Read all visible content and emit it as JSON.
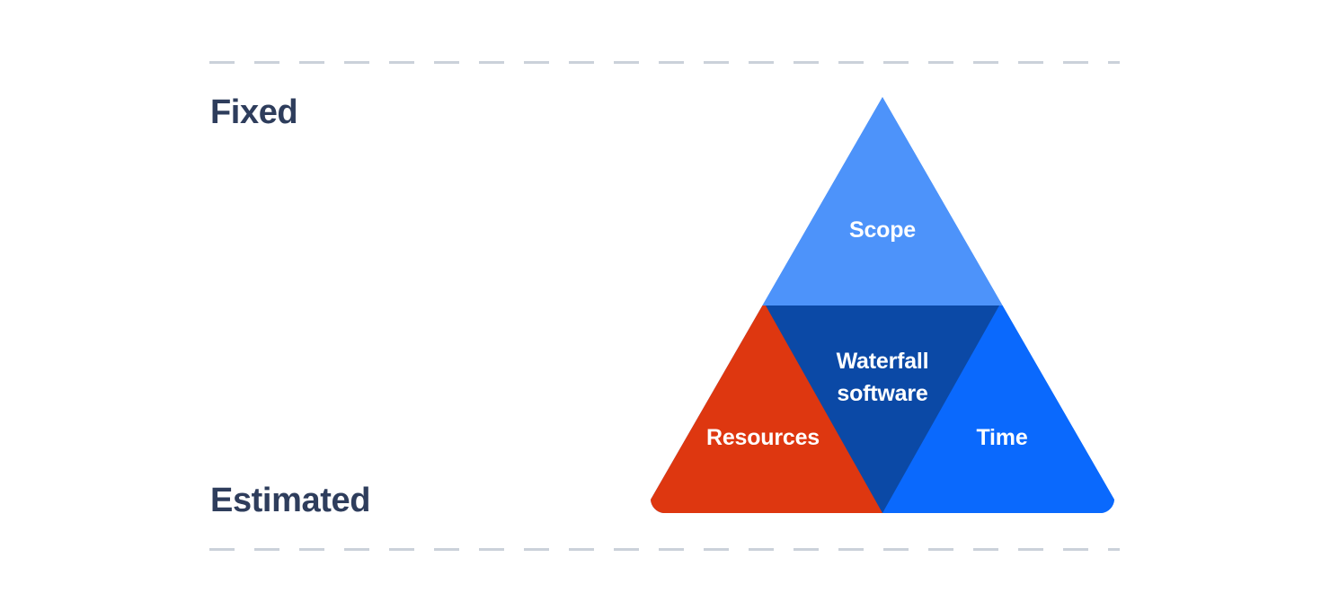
{
  "diagram": {
    "type": "iron-triangle",
    "axis": {
      "top_label": "Fixed",
      "bottom_label": "Estimated"
    },
    "center": {
      "line1": "Waterfall",
      "line2": "software"
    },
    "segments": [
      {
        "id": "scope",
        "label": "Scope",
        "color": "#4d93fa",
        "position": "top"
      },
      {
        "id": "resources",
        "label": "Resources",
        "color": "#de3710",
        "position": "bottom-left"
      },
      {
        "id": "time",
        "label": "Time",
        "color": "#0a69fd",
        "position": "bottom-right"
      },
      {
        "id": "center",
        "label": "Waterfall software",
        "color": "#0b49a6",
        "position": "center"
      }
    ],
    "colors": {
      "scope_blue": "#4d93fa",
      "center_navy": "#0b49a6",
      "resources_red": "#de3710",
      "time_blue": "#0a69fd",
      "label_navy": "#2e3d5c",
      "guide_gray": "#cbd1da",
      "segment_text": "#ffffff",
      "background": "#ffffff"
    }
  }
}
